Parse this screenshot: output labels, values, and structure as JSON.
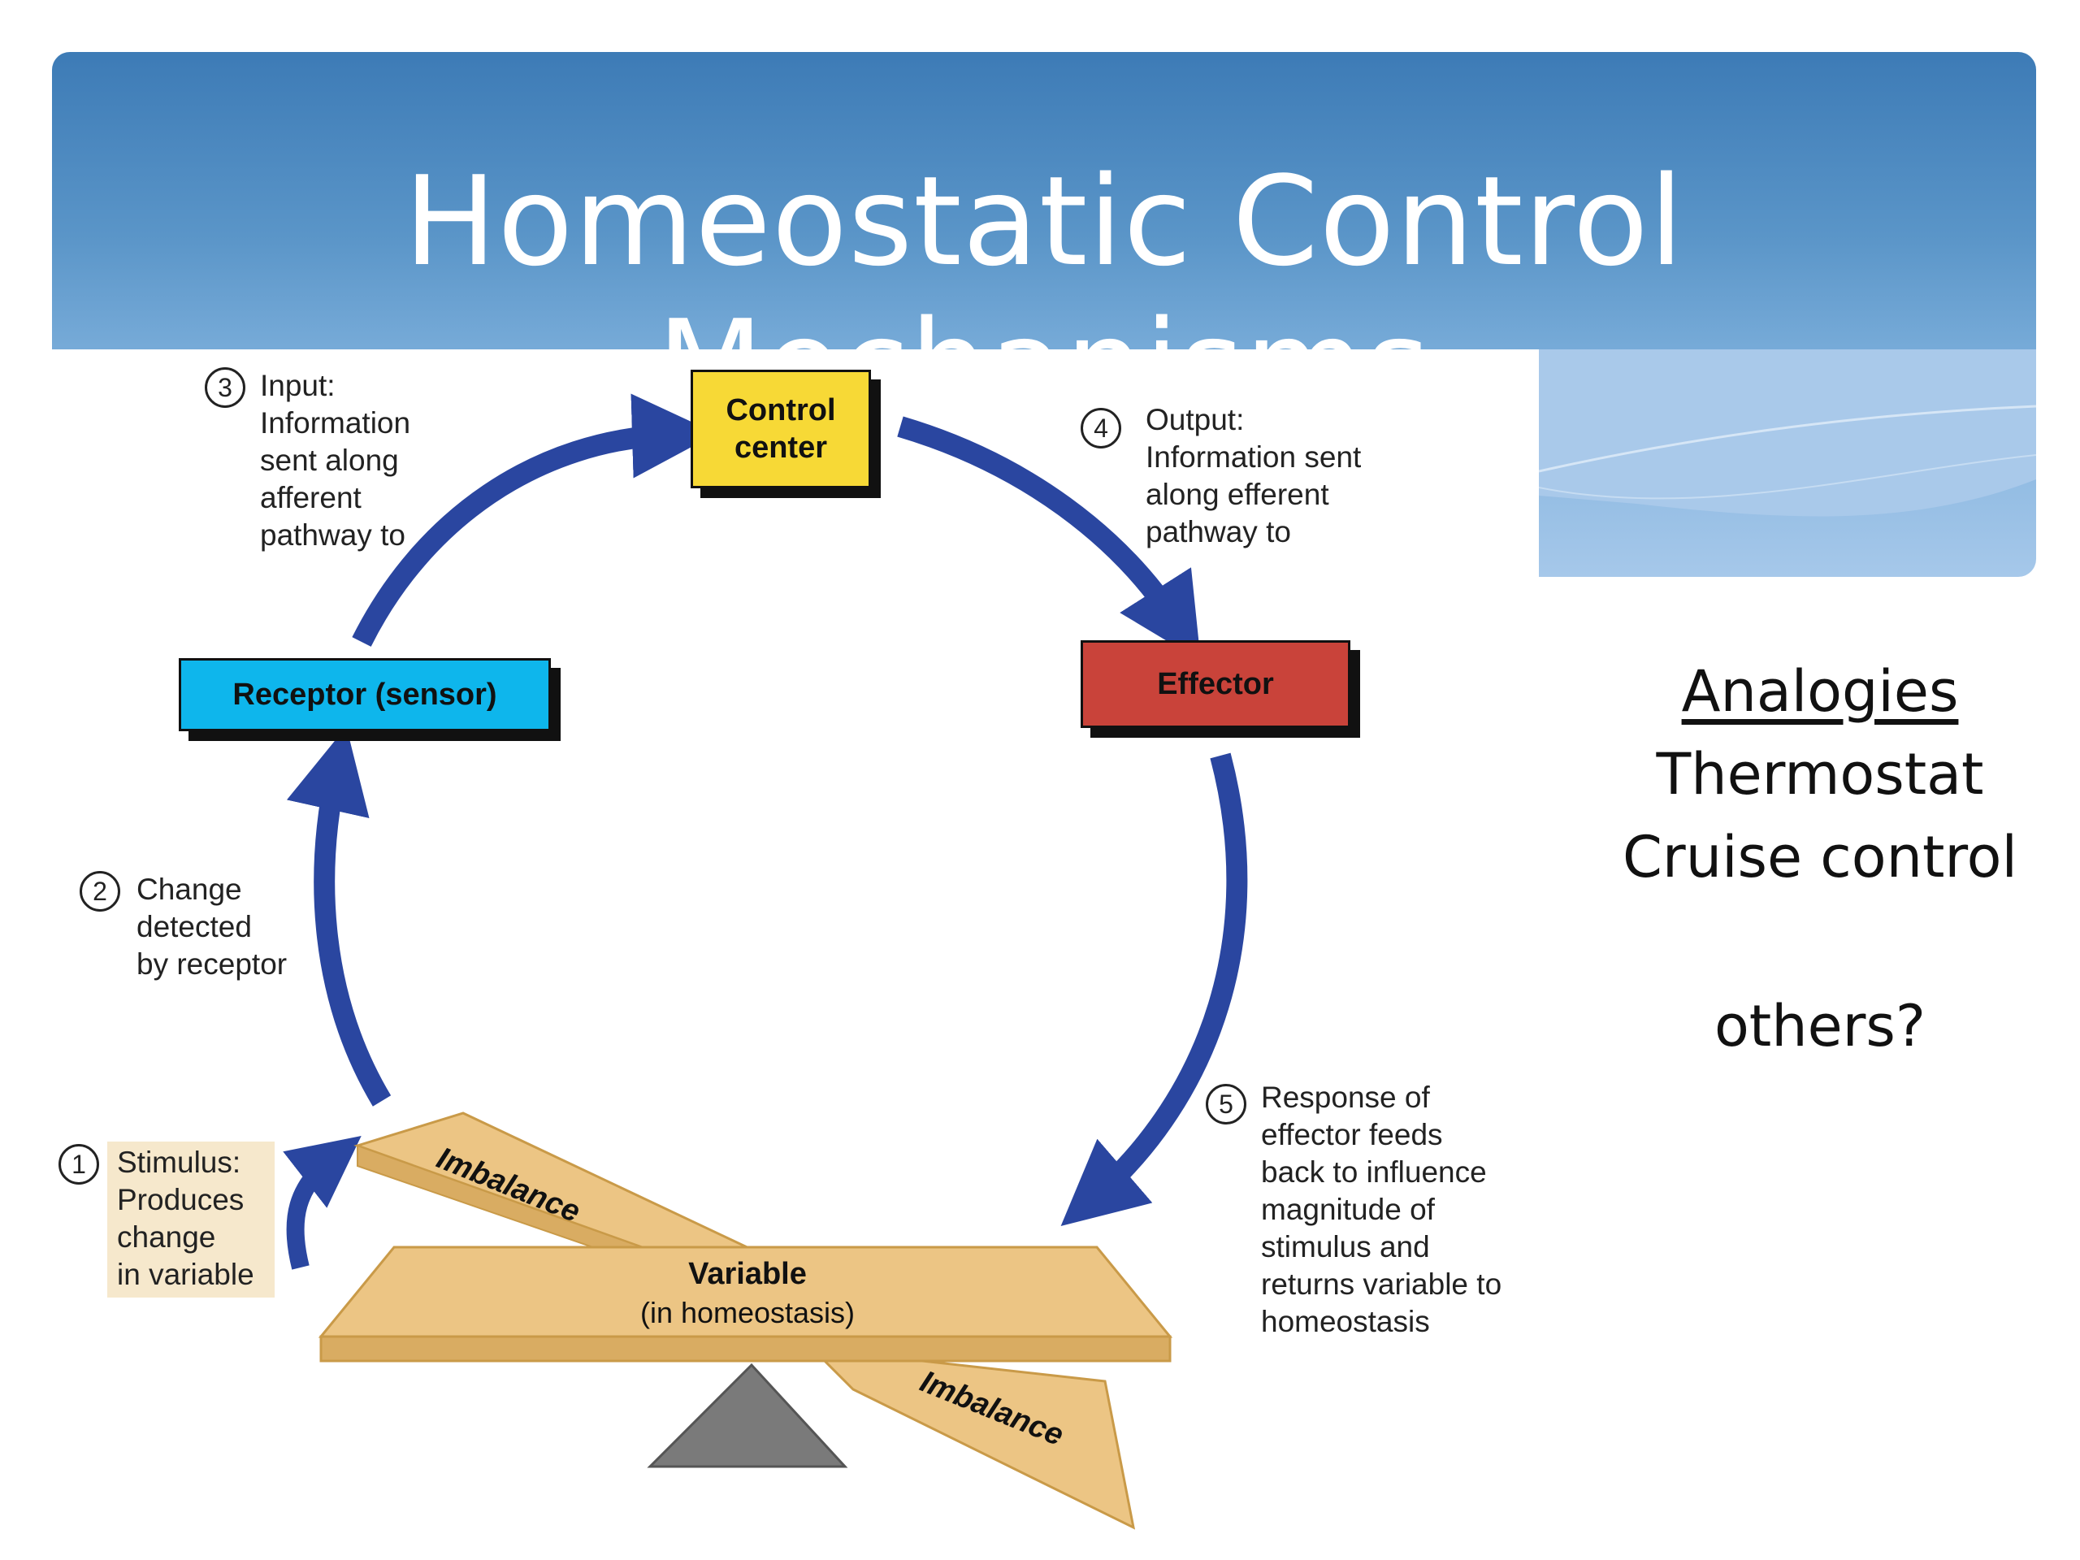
{
  "slide": {
    "title": "Homeostatic Control Mechanisms",
    "analogies": {
      "heading": "Analogies",
      "items": [
        "Thermostat",
        "Cruise control"
      ],
      "prompt": "others?"
    }
  },
  "diagram": {
    "boxes": {
      "control_center": "Control\ncenter",
      "receptor": "Receptor (sensor)",
      "effector": "Effector"
    },
    "steps": [
      {
        "number": "1",
        "text": "Stimulus:\nProduces\nchange\nin variable"
      },
      {
        "number": "2",
        "text": "Change\ndetected\nby receptor"
      },
      {
        "number": "3",
        "text": "Input:\nInformation\nsent along\nafferent\npathway to"
      },
      {
        "number": "4",
        "text": "Output:\nInformation sent\nalong efferent\npathway to"
      },
      {
        "number": "5",
        "text": "Response of\neffector feeds\nback to influence\nmagnitude of\nstimulus and\nreturns variable to\nhomeostasis"
      }
    ],
    "balance": {
      "variable_label": "Variable",
      "variable_sub": "(in homeostasis)",
      "imbalance_upper": "Imbalance",
      "imbalance_lower": "Imbalance"
    },
    "colors": {
      "arrow": "#2a46a0",
      "control_center": "#f7d936",
      "receptor": "#0eb6ec",
      "effector": "#c9433a",
      "plank": "#ecc584",
      "fulcrum": "#7a7a7a"
    }
  }
}
